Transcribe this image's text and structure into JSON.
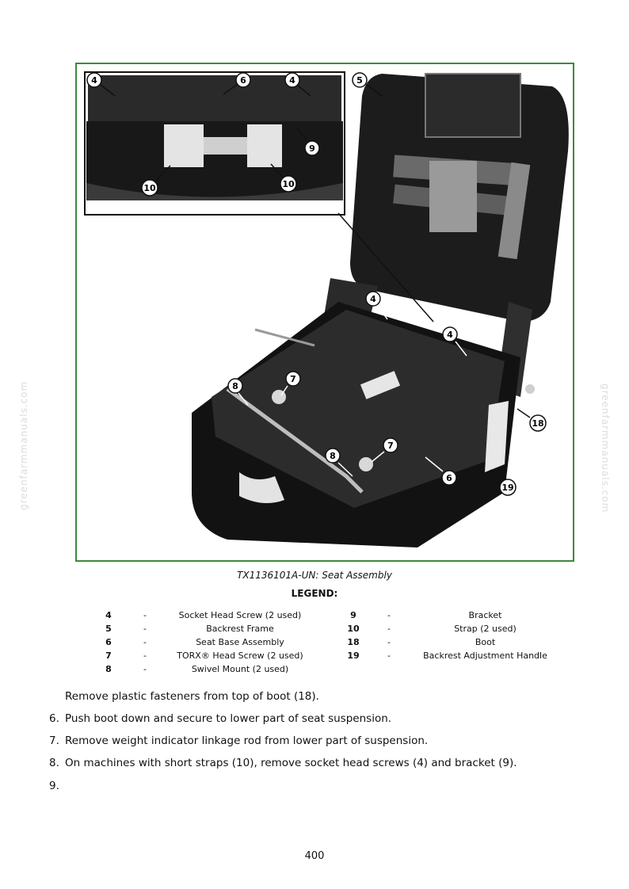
{
  "watermark": "greenfarmmanuals.com",
  "figure": {
    "caption": "TX1136101A-UN: Seat Assembly",
    "border_color": "#3d8a3d",
    "callouts": [
      "4",
      "6",
      "4",
      "5",
      "9",
      "10",
      "10",
      "4",
      "4",
      "7",
      "8",
      "7",
      "8",
      "6",
      "18",
      "19"
    ]
  },
  "legend": {
    "title": "LEGEND:",
    "left": [
      {
        "num": "4",
        "dash": "-",
        "desc": "Socket Head Screw (2 used)"
      },
      {
        "num": "5",
        "dash": "-",
        "desc": "Backrest Frame"
      },
      {
        "num": "6",
        "dash": "-",
        "desc": "Seat Base Assembly"
      },
      {
        "num": "7",
        "dash": "-",
        "desc": "TORX® Head Screw (2 used)"
      },
      {
        "num": "8",
        "dash": "-",
        "desc": "Swivel Mount (2 used)"
      }
    ],
    "right": [
      {
        "num": "9",
        "dash": "-",
        "desc": "Bracket"
      },
      {
        "num": "10",
        "dash": "-",
        "desc": "Strap (2 used)"
      },
      {
        "num": "18",
        "dash": "-",
        "desc": "Boot"
      },
      {
        "num": "19",
        "dash": "-",
        "desc": "Backrest Adjustment Handle"
      }
    ]
  },
  "instructions": {
    "intro": "Remove plastic fasteners from top of boot (18).",
    "steps": [
      {
        "num": "6.",
        "text": "Push boot down and secure to lower part of seat suspension."
      },
      {
        "num": "7.",
        "text": "Remove weight indicator linkage rod from lower part of suspension."
      },
      {
        "num": "8.",
        "text": "On machines with short straps (10), remove socket head screws (4) and bracket (9)."
      },
      {
        "num": "9.",
        "text": ""
      }
    ]
  },
  "page_number": "400"
}
